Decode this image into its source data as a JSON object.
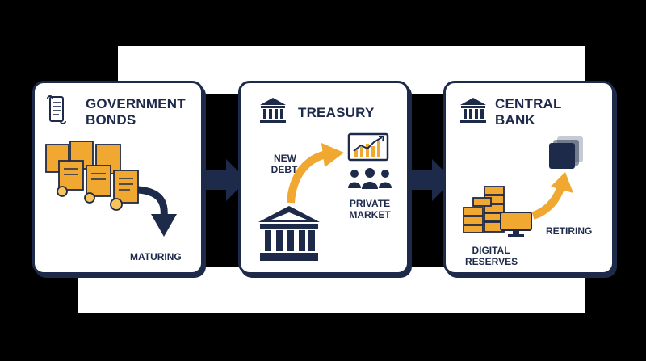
{
  "colors": {
    "navy": "#1e2a4a",
    "gold": "#f0a830",
    "gold_light": "#f6c45a",
    "background": "#000000",
    "panel": "#ffffff"
  },
  "panels": [
    {
      "title_line1": "GOVERNMENT",
      "title_line2": "BONDS",
      "icon": "scroll-icon",
      "labels": {
        "maturing": "MATURING"
      }
    },
    {
      "title": "TREASURY",
      "icon": "bank-building-icon",
      "labels": {
        "new_debt_line1": "NEW",
        "new_debt_line2": "DEBT",
        "private_market_line1": "PRIVATE",
        "private_market_line2": "MARKET"
      }
    },
    {
      "title_line1": "CENTRAL",
      "title_line2": "BANK",
      "icon": "bank-building-icon",
      "labels": {
        "digital_reserves_line1": "DIGITAL",
        "digital_reserves_line2": "RESERVES",
        "retiring": "RETIRING"
      }
    }
  ]
}
